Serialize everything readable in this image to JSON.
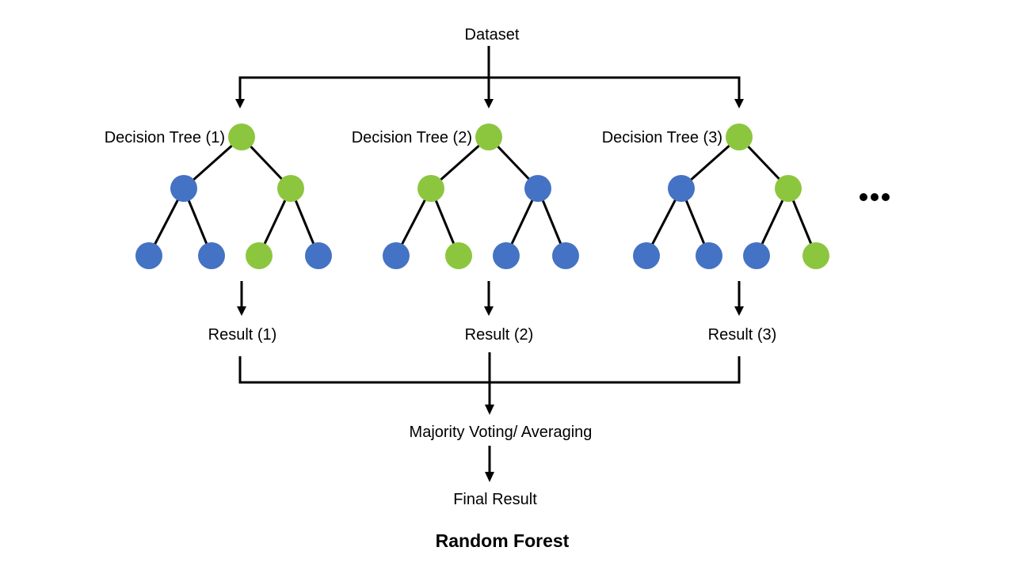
{
  "diagram_title": "Random Forest",
  "colors": {
    "node_green": "#8CC63F",
    "node_blue": "#4472C4",
    "line": "#000000",
    "background": "#FFFFFF"
  },
  "flow": {
    "dataset_label": "Dataset",
    "majority_label": "Majority Voting/ Averaging",
    "final_label": "Final Result",
    "ellipsis": "..."
  },
  "trees": [
    {
      "label": "Decision Tree (1)",
      "result_label": "Result (1)",
      "node_fills": [
        "#8CC63F",
        "#4472C4",
        "#8CC63F",
        "#4472C4",
        "#4472C4",
        "#8CC63F",
        "#4472C4"
      ]
    },
    {
      "label": "Decision Tree (2)",
      "result_label": "Result (2)",
      "node_fills": [
        "#8CC63F",
        "#8CC63F",
        "#4472C4",
        "#4472C4",
        "#8CC63F",
        "#4472C4",
        "#4472C4"
      ]
    },
    {
      "label": "Decision Tree (3)",
      "result_label": "Result (3)",
      "node_fills": [
        "#8CC63F",
        "#4472C4",
        "#8CC63F",
        "#4472C4",
        "#4472C4",
        "#4472C4",
        "#8CC63F"
      ]
    }
  ]
}
